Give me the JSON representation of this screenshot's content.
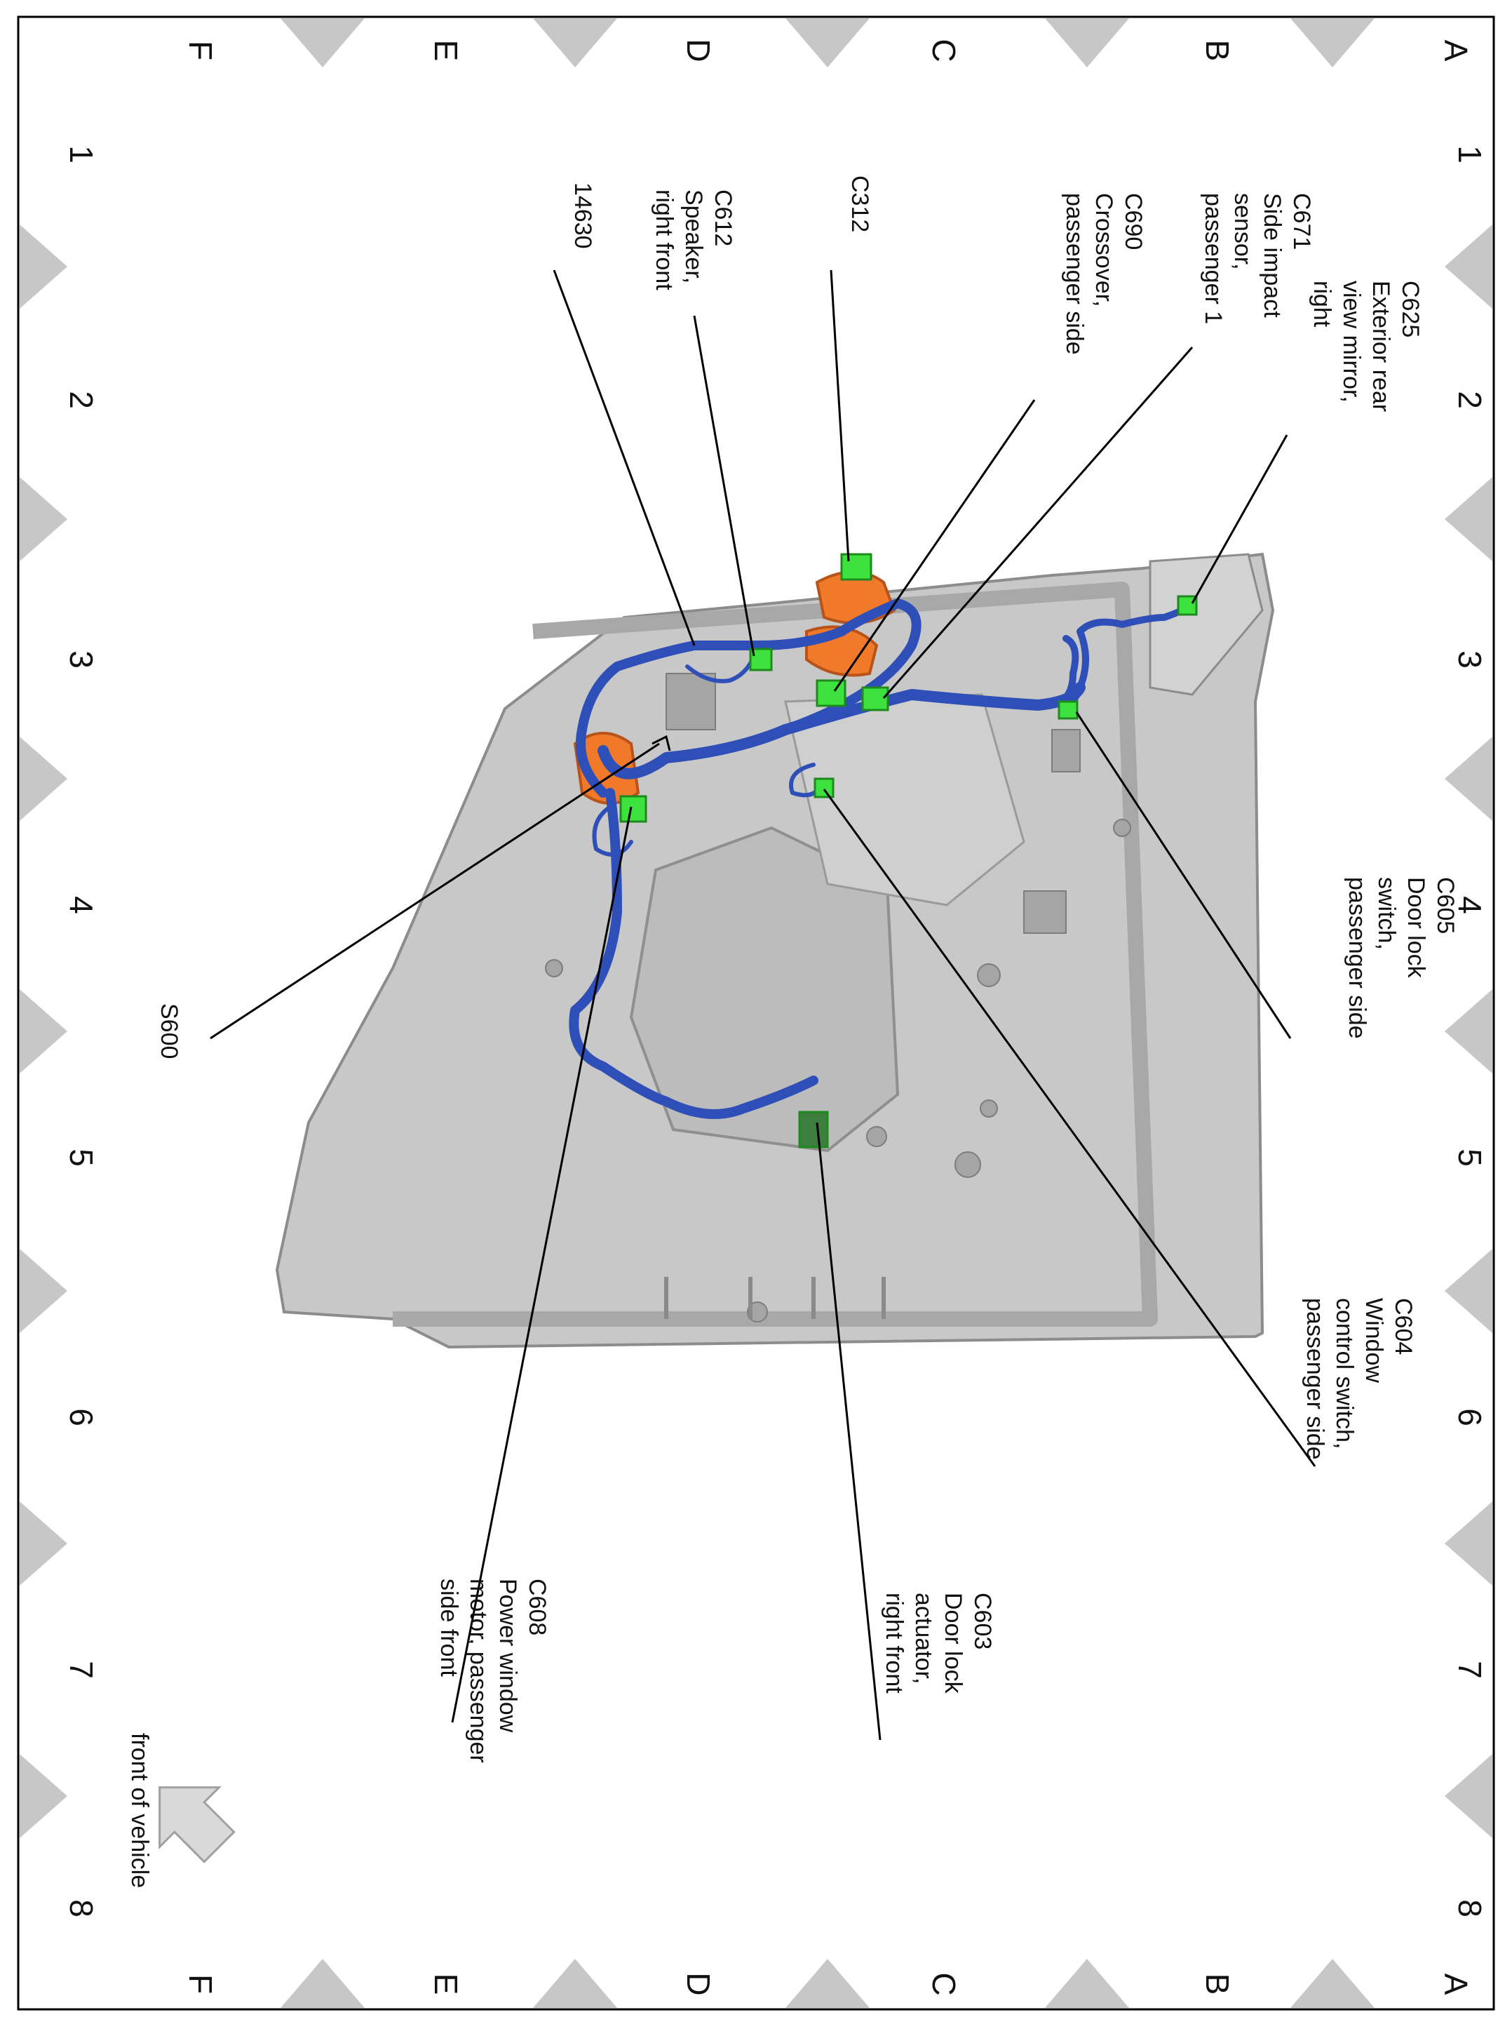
{
  "grid": {
    "rows": [
      "A",
      "B",
      "C",
      "D",
      "E",
      "F"
    ],
    "columns": [
      "1",
      "2",
      "3",
      "4",
      "5",
      "6",
      "7",
      "8"
    ]
  },
  "colors": {
    "door_panel": "#c8c8c8",
    "harness": "#2f4fb8",
    "harness_protector": "#f07a2a",
    "connector": "#3ee23e",
    "connector_dark": "#3d7d3d",
    "border_marker": "#c7c7c7",
    "front_arrow": "#d9d9d9"
  },
  "callouts": {
    "c625": [
      "C625",
      "Exterior rear",
      "view mirror,",
      "right"
    ],
    "c671": [
      "C671",
      "Side impact",
      "sensor,",
      "passenger 1"
    ],
    "c690": [
      "C690",
      "Crossover,",
      "passenger side"
    ],
    "c312": [
      "C312"
    ],
    "c612": [
      "C612",
      "Speaker,",
      "right front"
    ],
    "h14630": [
      "14630"
    ],
    "s600": [
      "S600"
    ],
    "c605": [
      "C605",
      "Door lock",
      "switch,",
      "passenger side"
    ],
    "c604": [
      "C604",
      "Window",
      "control switch,",
      "passenger side"
    ],
    "c603": [
      "C603",
      "Door lock",
      "actuator,",
      "right front"
    ],
    "c608": [
      "C608",
      "Power window",
      "motor, passenger",
      "side front"
    ]
  },
  "orientation": {
    "label": "front of vehicle",
    "icon": "front-direction-arrow-icon"
  }
}
